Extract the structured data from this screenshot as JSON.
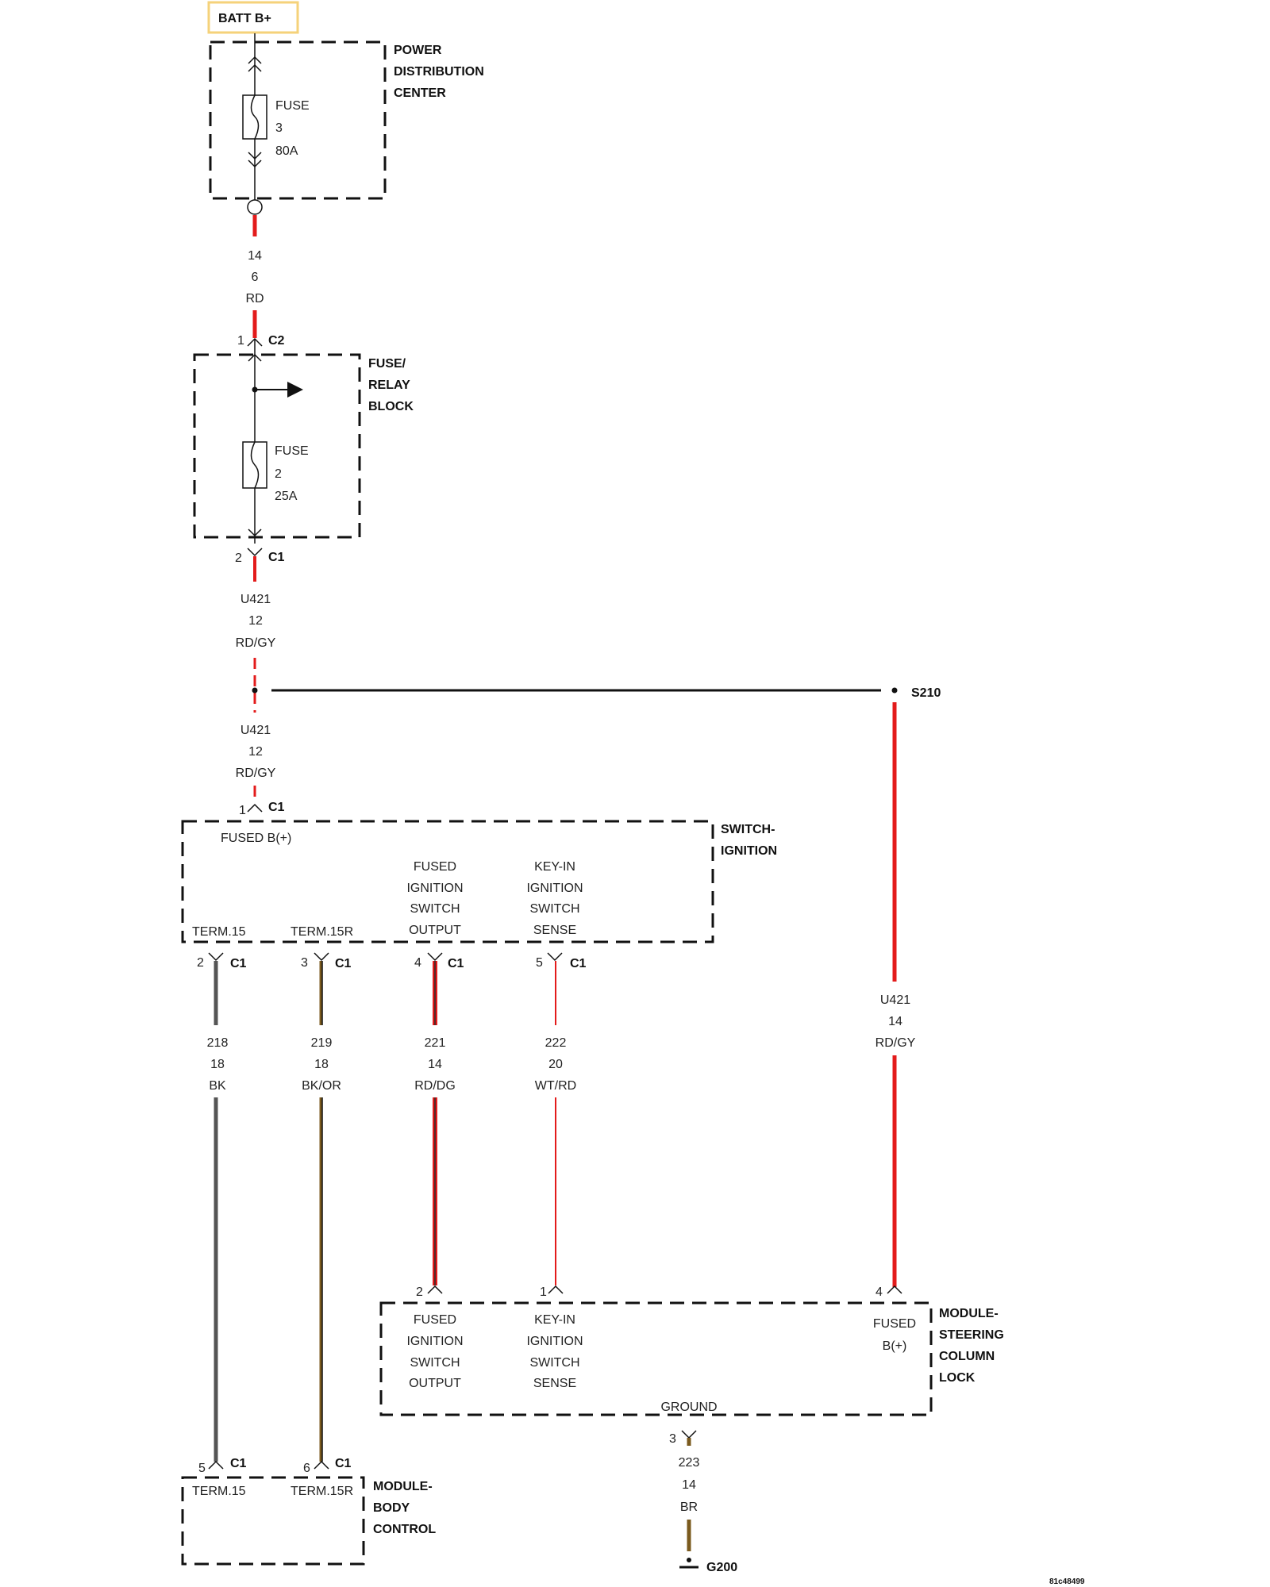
{
  "diagram": {
    "batt_label": "BATT B+",
    "pdc": {
      "name": [
        "POWER",
        "DISTRIBUTION",
        "CENTER"
      ],
      "fuse": [
        "FUSE",
        "3",
        "80A"
      ]
    },
    "wire_pdc_frb": [
      "14",
      "6",
      "RD"
    ],
    "frb": {
      "name": [
        "FUSE/",
        "RELAY",
        "BLOCK"
      ],
      "fuse": [
        "FUSE",
        "2",
        "25A"
      ],
      "in_pin": "1",
      "in_conn": "C2",
      "out_pin": "2",
      "out_conn": "C1"
    },
    "wire_u421_a": [
      "U421",
      "12",
      "RD/GY"
    ],
    "splice": "S210",
    "wire_u421_b": [
      "U421",
      "12",
      "RD/GY"
    ],
    "switch": {
      "name": [
        "SWITCH-",
        "IGNITION"
      ],
      "in_pin": "1",
      "in_conn": "C1",
      "fused_b": "FUSED B(+)",
      "term15": "TERM.15",
      "term15r": "TERM.15R",
      "fused_out": [
        "FUSED",
        "IGNITION",
        "SWITCH",
        "OUTPUT"
      ],
      "keyin": [
        "KEY-IN",
        "IGNITION",
        "SWITCH",
        "SENSE"
      ],
      "pins": [
        {
          "pin": "2",
          "conn": "C1"
        },
        {
          "pin": "3",
          "conn": "C1"
        },
        {
          "pin": "4",
          "conn": "C1"
        },
        {
          "pin": "5",
          "conn": "C1"
        }
      ]
    },
    "wires": [
      [
        "218",
        "18",
        "BK"
      ],
      [
        "219",
        "18",
        "BK/OR"
      ],
      [
        "221",
        "14",
        "RD/DG"
      ],
      [
        "222",
        "20",
        "WT/RD"
      ]
    ],
    "wire_u421_c": [
      "U421",
      "14",
      "RD/GY"
    ],
    "scl": {
      "name": [
        "MODULE-",
        "STEERING",
        "COLUMN",
        "LOCK"
      ],
      "fused_out": [
        "FUSED",
        "IGNITION",
        "SWITCH",
        "OUTPUT"
      ],
      "keyin": [
        "KEY-IN",
        "IGNITION",
        "SWITCH",
        "SENSE"
      ],
      "fused_b": [
        "FUSED",
        "B(+)"
      ],
      "ground": "GROUND",
      "pin_a": "2",
      "pin_b": "1",
      "pin_c": "4",
      "pin_gnd": "3"
    },
    "wire_gnd": [
      "223",
      "14",
      "BR"
    ],
    "ground_label": "G200",
    "bcm": {
      "name": [
        "MODULE-",
        "BODY",
        "CONTROL"
      ],
      "term15": "TERM.15",
      "term15r": "TERM.15R",
      "pin_a": "5",
      "conn_a": "C1",
      "pin_b": "6",
      "conn_b": "C1"
    },
    "figure_id": "81c48499"
  },
  "colors": {
    "red": "#e31b1b",
    "gray": "#555555",
    "brown": "#7a5a1e",
    "batt_border": "#f5d27a",
    "black": "#111111"
  }
}
